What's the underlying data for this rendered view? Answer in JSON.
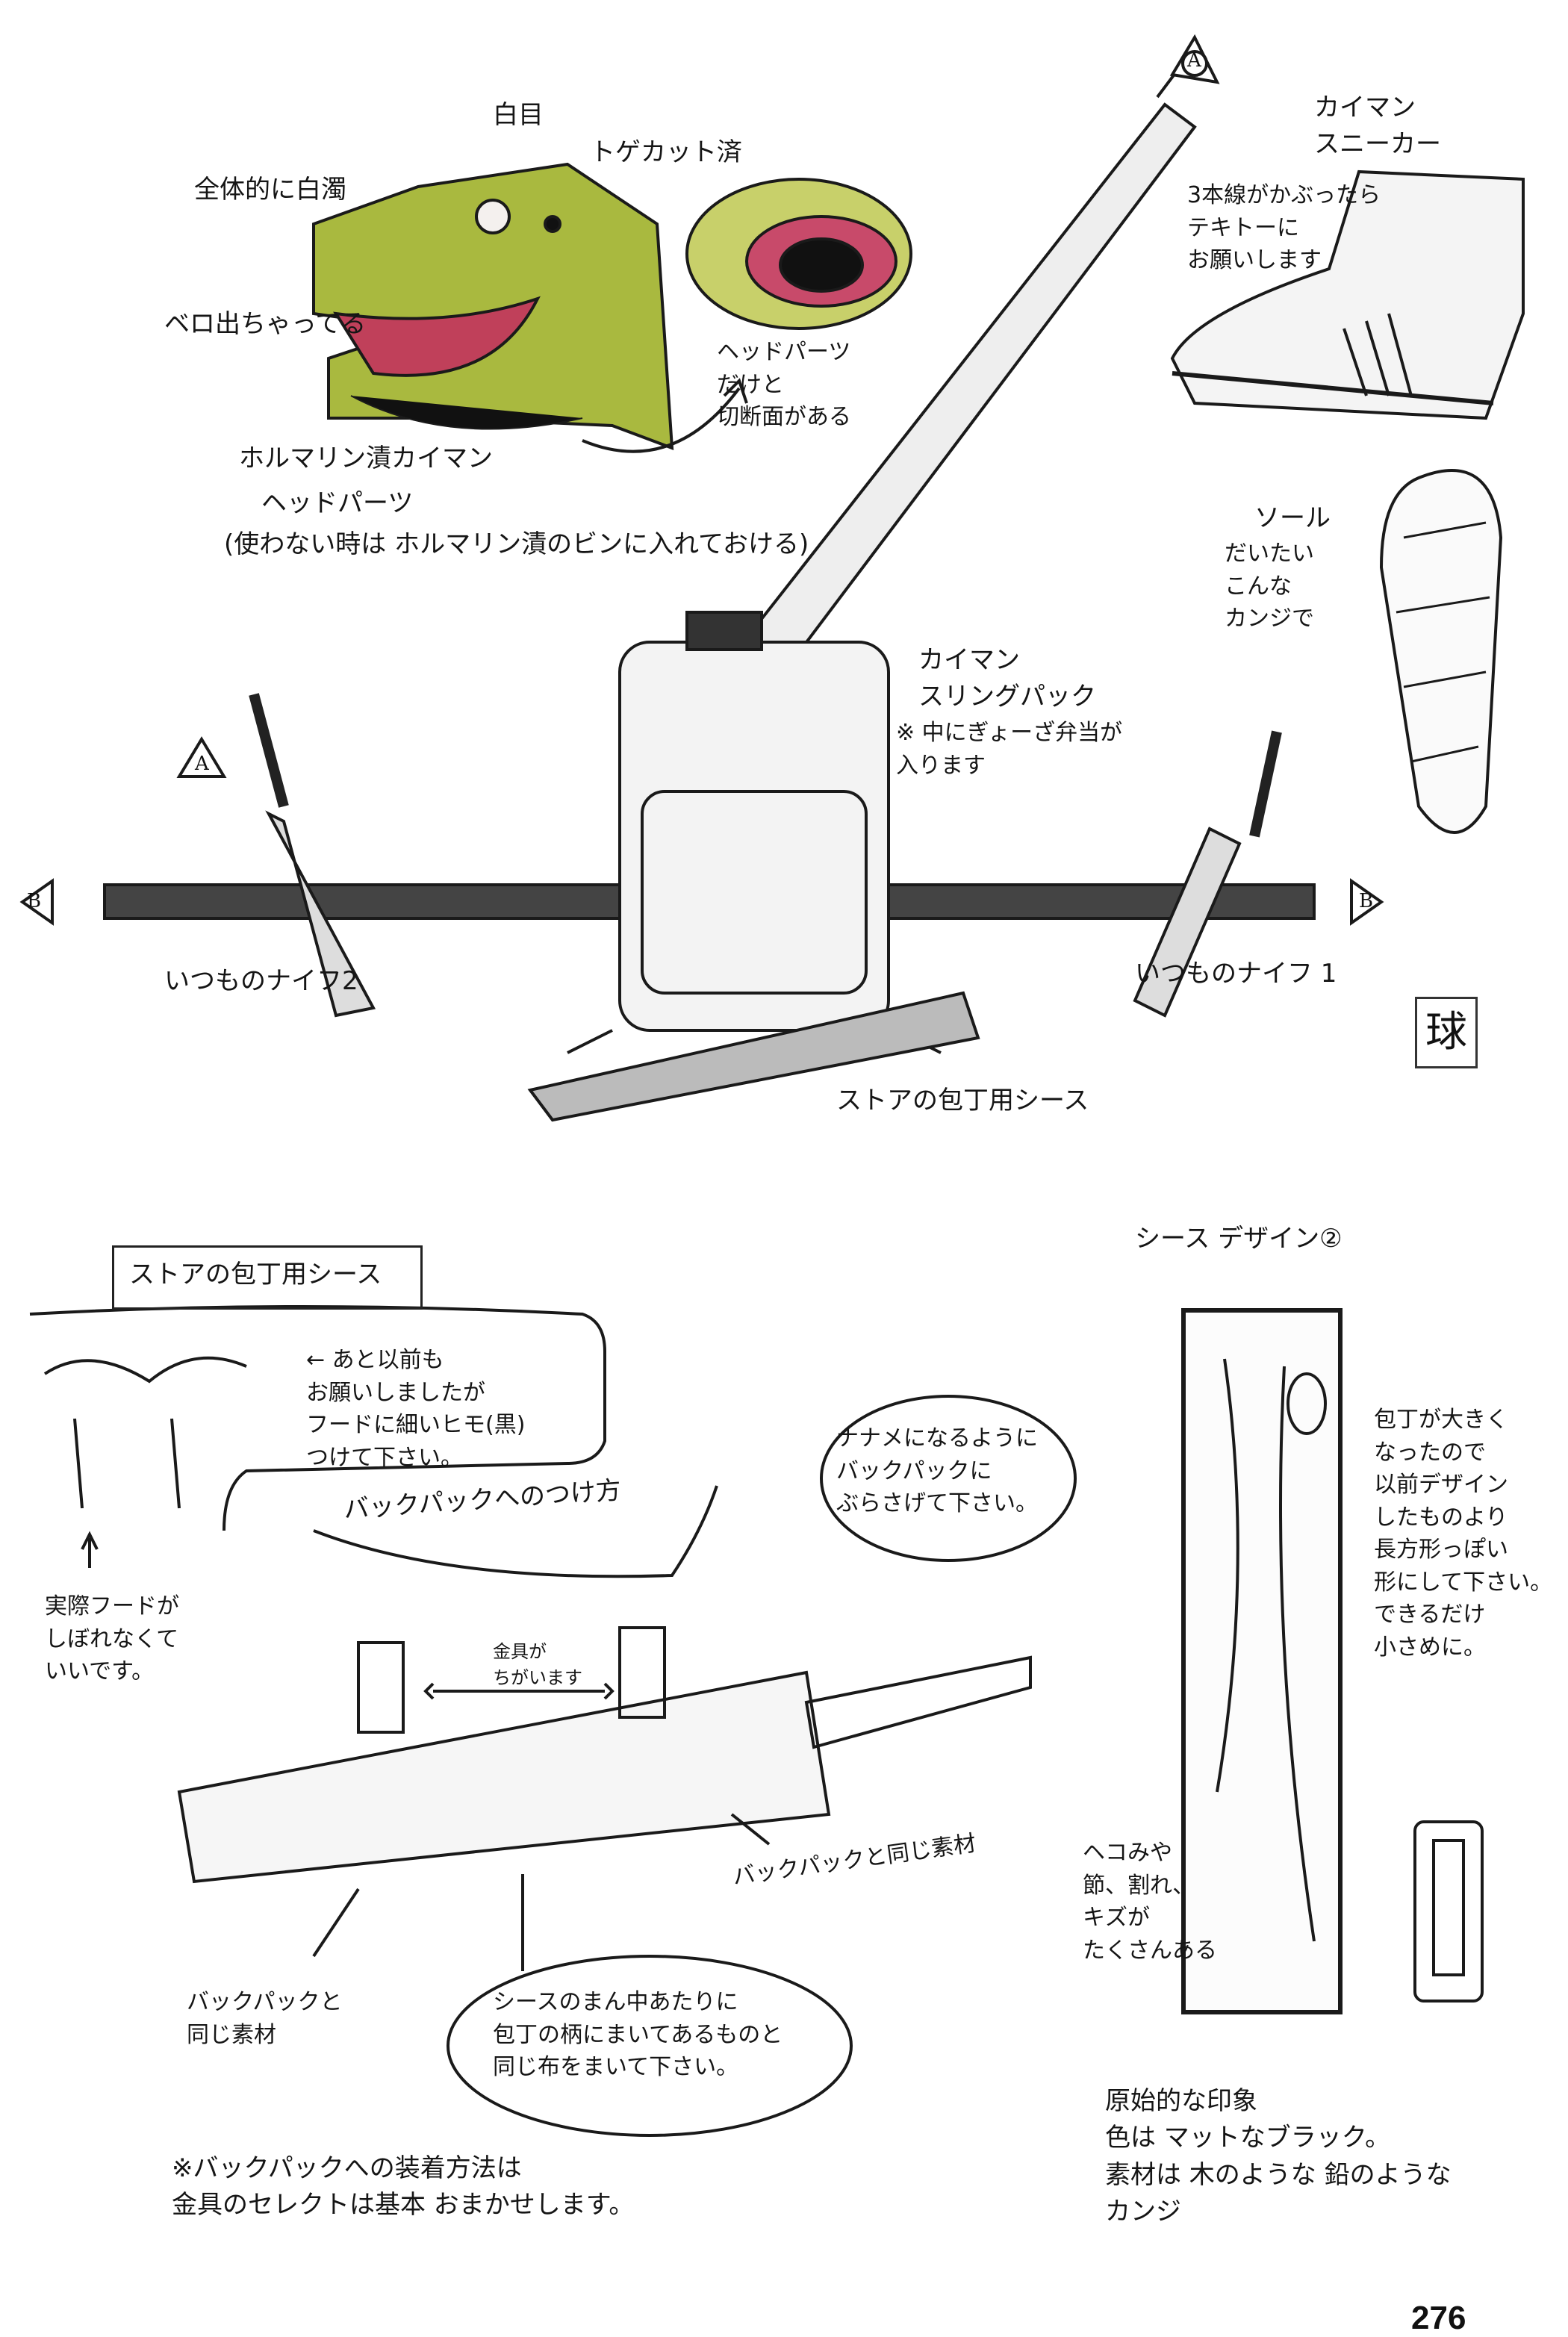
{
  "caiman_head": {
    "label_white_eye": "白目",
    "label_spikes_cut": "トゲカット済",
    "label_cloudy": "全体的に白濁",
    "label_tongue": "ベロ出ちゃってる",
    "label_cross_section": "ヘッドパーツ\nだけと\n切断面がある",
    "title_line1": "ホルマリン漬カイマン",
    "title_line2": "ヘッドパーツ",
    "title_note": "(使わない時は ホルマリン漬のビンに入れておける)"
  },
  "sneaker": {
    "title": "カイマン\nスニーカー",
    "note": "3本線がかぶったら\nテキトーに\nお願いします",
    "sole_label": "ソール",
    "sole_note": "だいたい\nこんな\nカンジで"
  },
  "sling_pack": {
    "title": "カイマン\nスリングパック",
    "note": "※ 中にぎょーざ弁当が\n入ります",
    "knife_1": "いつものナイフ 1",
    "knife_2": "いつものナイフ2",
    "sheath_label": "ストアの包丁用シース",
    "marker_a": "A",
    "marker_b": "B"
  },
  "seal": "球",
  "store_sheath": {
    "title": "ストアの包丁用シース",
    "hood_note": "← あと以前も\nお願いしましたが\nフードに細いヒモ(黒)\nつけて下さい。",
    "hood_ok": "実際フードが\nしぼれなくて\nいいです。",
    "attach_title": "バックパックへのつけ方",
    "diagonal_note": "ナナメになるように\nバックパックに\nぶらさげて下さい。",
    "hardware_diff": "金具が\nちがいます",
    "same_material_right": "バックパックと同じ素材",
    "same_material_left": "バックパックと\n同じ素材",
    "wrap_note": "シースのまん中あたりに\n包丁の柄にまいてあるものと\n同じ布をまいて下さい。",
    "attach_method": "※バックパックへの装着方法は\n金具のセレクトは基本 おまかせします。"
  },
  "sheath_design_2": {
    "title": "シース デザイン②",
    "request": "包丁が大きく\nなったので\n以前デザイン\nしたものより\n長方形っぽい\n形にして下さい。\nできるだけ\n小さめに。",
    "damage_note": "ヘコみや\n節、割れ、\nキズが\nたくさんある",
    "impression": "原始的な印象\n色は マットなブラック。\n素材は 木のような 鉛のような\nカンジ"
  },
  "page_number": "276",
  "colors": {
    "ink": "#151515",
    "caiman_green": "#9fb23a",
    "tongue": "#c0405a",
    "paper": "#ffffff"
  }
}
